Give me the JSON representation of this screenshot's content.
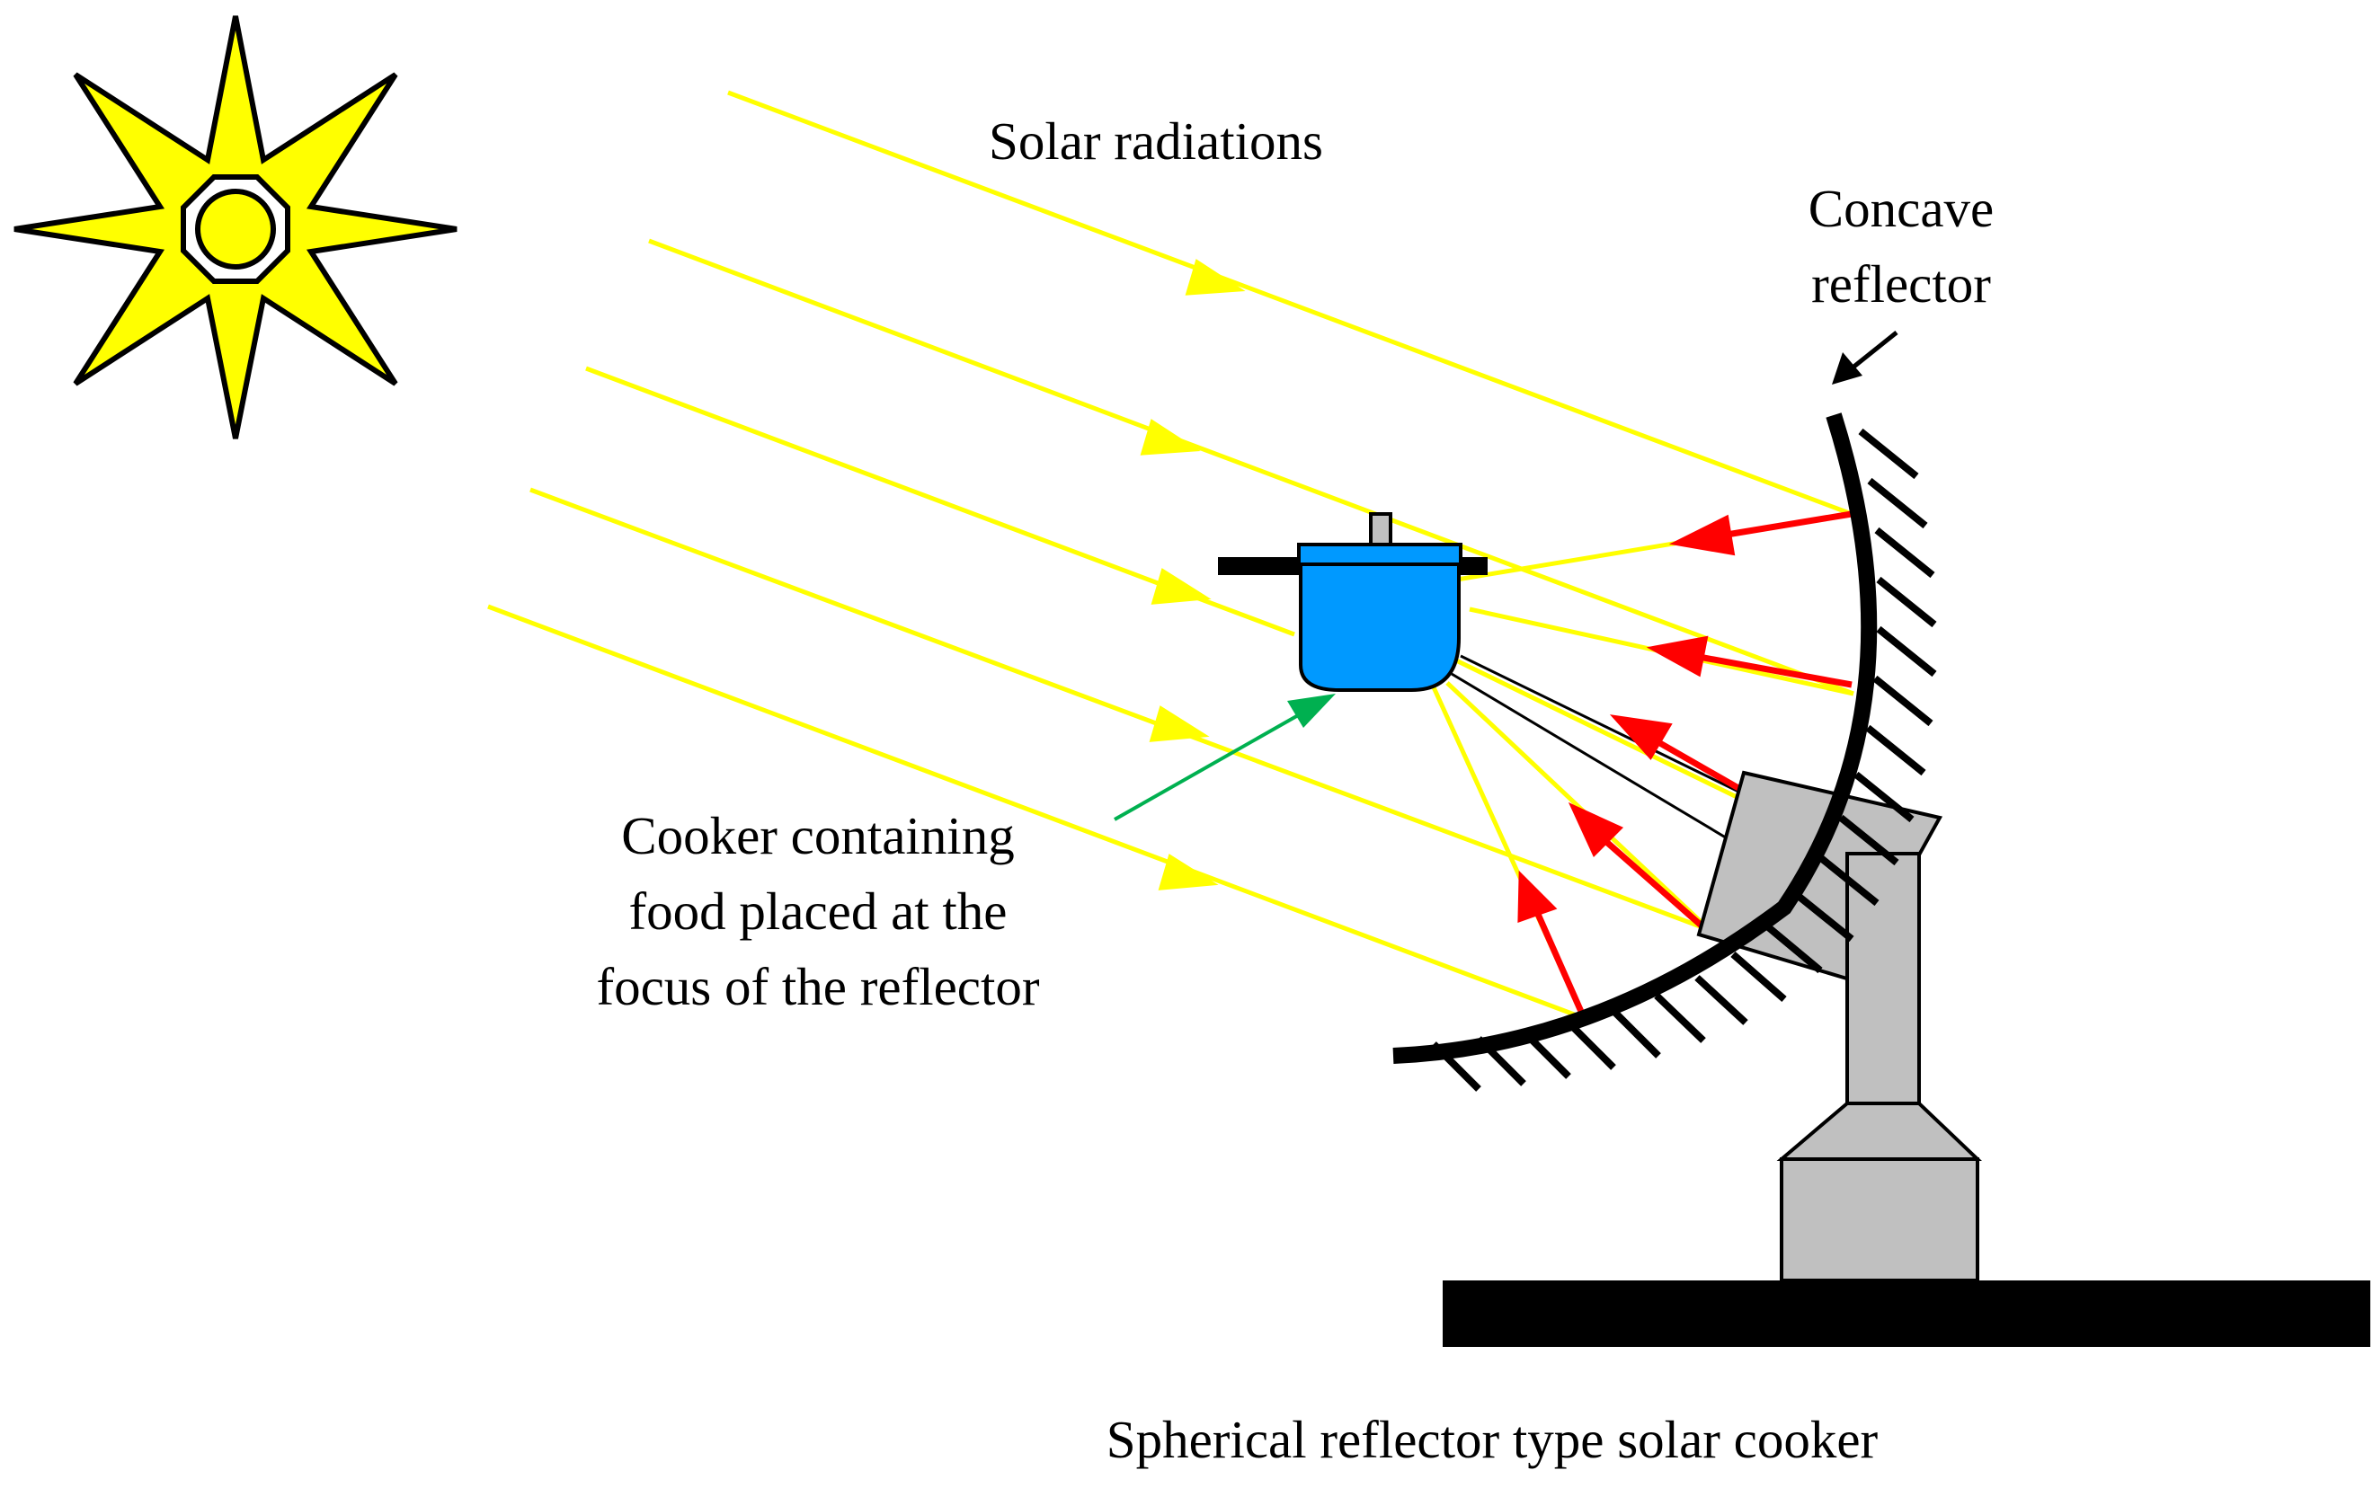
{
  "labels": {
    "solar_radiations": "Solar radiations",
    "concave_reflector_line1": "Concave",
    "concave_reflector_line2": "reflector",
    "cooker_line1": "Cooker containing",
    "cooker_line2": "food placed at the",
    "cooker_line3": "focus of the reflector",
    "caption": "Spherical reflector type solar cooker"
  },
  "colors": {
    "sun_fill": "#ffff00",
    "solar_ray": "#ffff00",
    "reflected_arrow": "#ff0000",
    "pointer_arrow": "#00b050",
    "cooker_fill": "#0099ff",
    "stand_fill": "#c0c0c0",
    "outline": "#000000"
  },
  "icons": {
    "sun": "sun-icon",
    "cooker": "pressure-cooker-icon"
  }
}
